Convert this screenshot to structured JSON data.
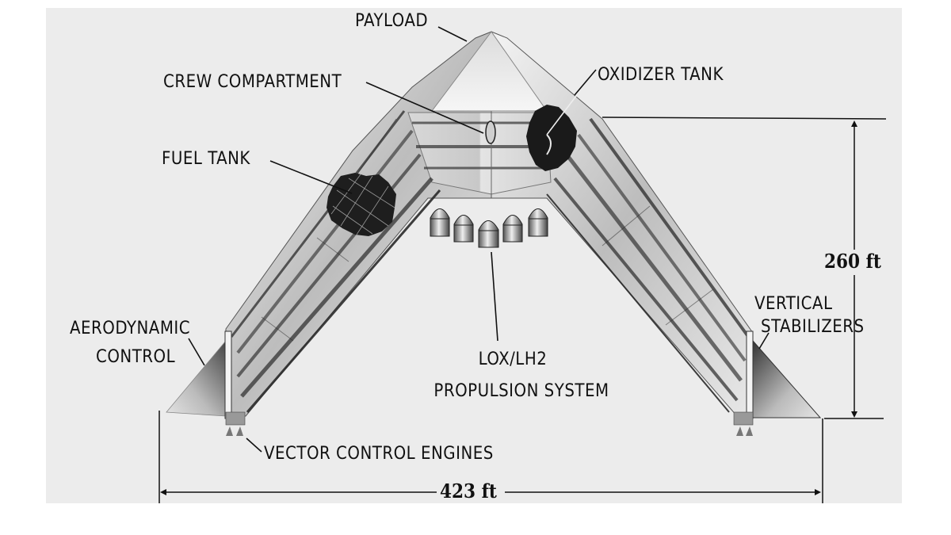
{
  "diagram": {
    "subject": "Delta-wing (V-shaped) launch vehicle planform",
    "background_color": "#ececec",
    "labels": {
      "payload": "PAYLOAD",
      "crew_compartment": "CREW COMPARTMENT",
      "oxidizer_tank": "OXIDIZER TANK",
      "fuel_tank": "FUEL TANK",
      "aerodynamic_control_line1": "AERODYNAMIC",
      "aerodynamic_control_line2": "CONTROL",
      "propulsion_line1": "LOX/LH2",
      "propulsion_line2": "PROPULSION SYSTEM",
      "vertical_stabilizers_line1": "VERTICAL",
      "vertical_stabilizers_line2": "STABILIZERS",
      "vector_control_engines": "VECTOR CONTROL ENGINES"
    },
    "dimensions": {
      "height": "260 ft",
      "width": "423 ft"
    },
    "components": {
      "main_engines_count": 5,
      "vector_engines_per_side": 2,
      "tank_tubes_per_wing": 4
    }
  }
}
